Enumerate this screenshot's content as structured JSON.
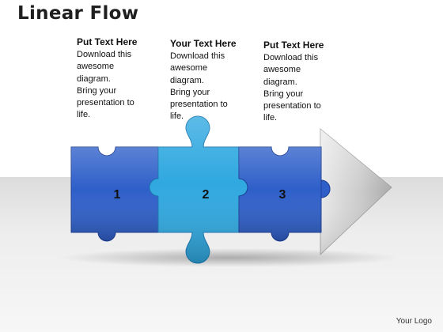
{
  "title": "Linear Flow",
  "columns": [
    {
      "heading": "Put Text Here",
      "lines": [
        "Download this",
        "awesome",
        "diagram.",
        "Bring your",
        "presentation to",
        "life."
      ]
    },
    {
      "heading": "Your Text Here",
      "lines": [
        "Download this",
        "awesome",
        "diagram.",
        "Bring your",
        "presentation to",
        "life."
      ]
    },
    {
      "heading": "Put Text Here",
      "lines": [
        "Download this",
        "awesome",
        "diagram.",
        "Bring your",
        "presentation to",
        "life."
      ]
    }
  ],
  "pieces": [
    {
      "label": "1",
      "color": "#2e5fc9"
    },
    {
      "label": "2",
      "color": "#2fa8e0"
    },
    {
      "label": "3",
      "color": "#2e5fc9"
    }
  ],
  "arrow_color": "#c8c8c8",
  "logo": "Your Logo"
}
